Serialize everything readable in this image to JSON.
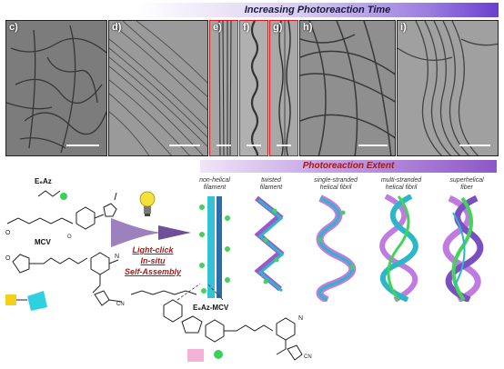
{
  "banner": {
    "title": "Increasing Photoreaction Time"
  },
  "panels": [
    {
      "label": "c)",
      "border": "black"
    },
    {
      "label": "d)",
      "border": "black"
    },
    {
      "label": "e)",
      "border": "red"
    },
    {
      "label": "f)",
      "border": "red"
    },
    {
      "label": "g)",
      "border": "red"
    },
    {
      "label": "h)",
      "border": "black"
    },
    {
      "label": "i)",
      "border": "black"
    }
  ],
  "schematic": {
    "extent_label": "Photoreaction Extent",
    "stages": [
      "non-helical filament",
      "twisted filament",
      "single-stranded helical fibril",
      "multi-stranded helical fibril",
      "superhelical fiber"
    ],
    "molecules": {
      "azide": "E₆Az",
      "dye": "MCV",
      "conjugate": "E₆Az-MCV"
    },
    "process": [
      "Light-click",
      "In-situ",
      "Self-Assembly"
    ]
  },
  "colors": {
    "accent": "#6a3fd0",
    "highlight": "#d21a1a",
    "extent_text": "#a01818"
  }
}
